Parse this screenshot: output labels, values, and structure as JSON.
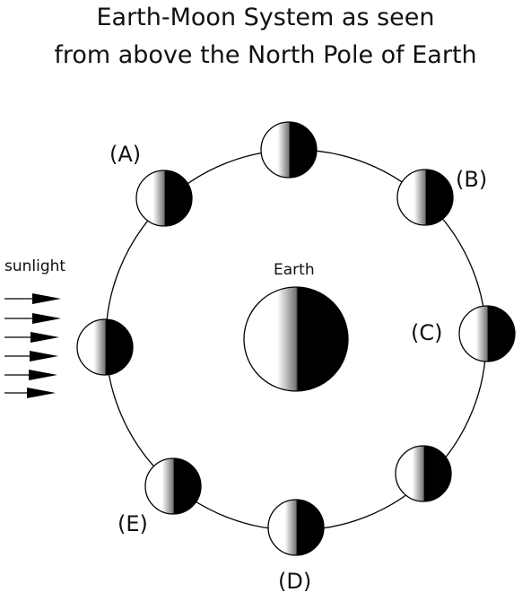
{
  "title": {
    "line1": "Earth-Moon System as seen",
    "line2": "from above the North Pole of Earth"
  },
  "earth_label": "Earth",
  "sunlight_label": "sunlight",
  "moon_labels": {
    "A": "(A)",
    "B": "(B)",
    "C": "(C)",
    "D": "(D)",
    "E": "(E)"
  },
  "colors": {
    "lit": "#ffffff",
    "dark": "#000000",
    "line": "#000000"
  }
}
